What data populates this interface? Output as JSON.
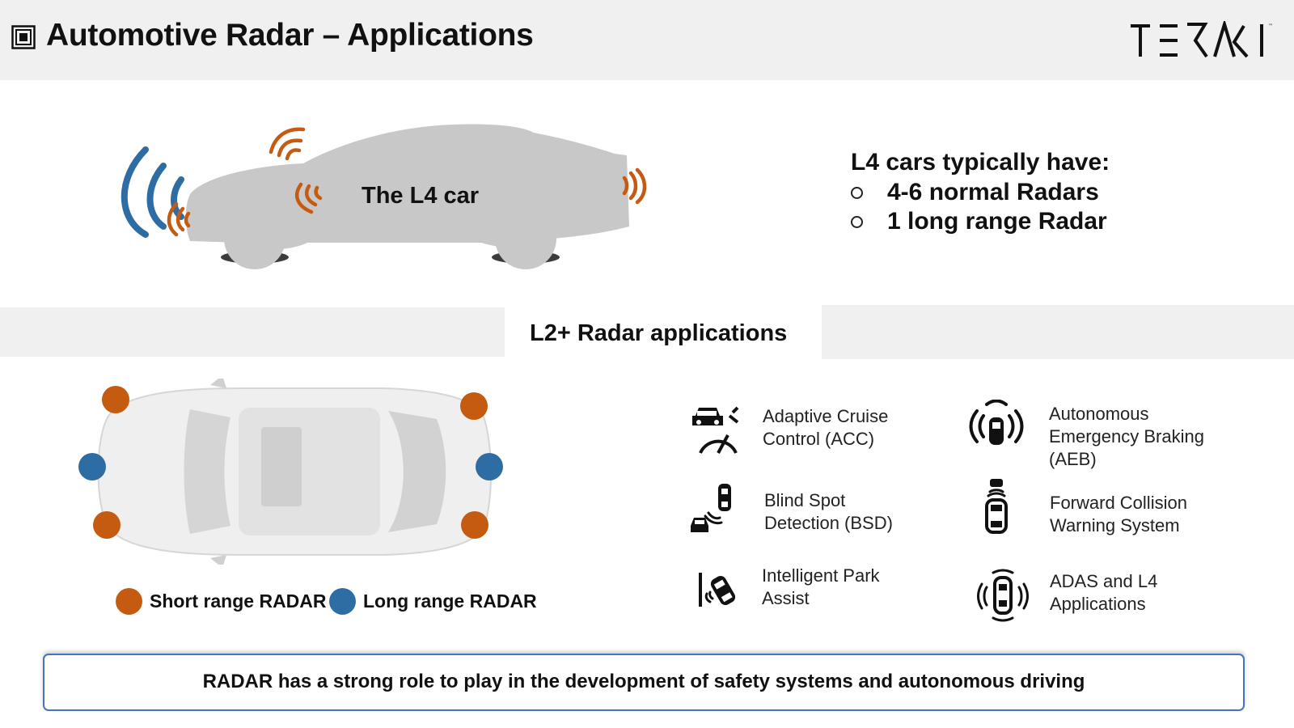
{
  "header": {
    "title": "Automotive Radar – Applications",
    "logo_text": "TERAKI"
  },
  "hero": {
    "car_label": "The L4 car",
    "l4_heading": "L4 cars typically have:",
    "l4_items": [
      "4-6 normal Radars",
      "1 long range Radar"
    ]
  },
  "section": {
    "title": "L2+ Radar applications"
  },
  "legend": {
    "short_range": "Short range RADAR",
    "long_range": "Long range RADAR"
  },
  "applications": [
    {
      "label": "Adaptive Cruise\nControl (ACC)",
      "icon": "speedometer-car-icon"
    },
    {
      "label": "Autonomous\nEmergency Braking\n(AEB)",
      "icon": "car-radar-waves-icon"
    },
    {
      "label": "Blind Spot\nDetection (BSD)",
      "icon": "blind-spot-cars-icon"
    },
    {
      "label": "Forward Collision\nWarning System",
      "icon": "forward-collision-car-icon"
    },
    {
      "label": "Intelligent Park\nAssist",
      "icon": "park-assist-car-icon"
    },
    {
      "label": "ADAS and L4\nApplications",
      "icon": "car-surround-waves-icon"
    }
  ],
  "footer": {
    "statement": "RADAR has a strong role to play in the development of safety systems and autonomous driving"
  },
  "colors": {
    "short_range": "#c55a11",
    "long_range": "#2e6da4",
    "band": "#f0f0f0",
    "box_border": "#4472c4"
  }
}
